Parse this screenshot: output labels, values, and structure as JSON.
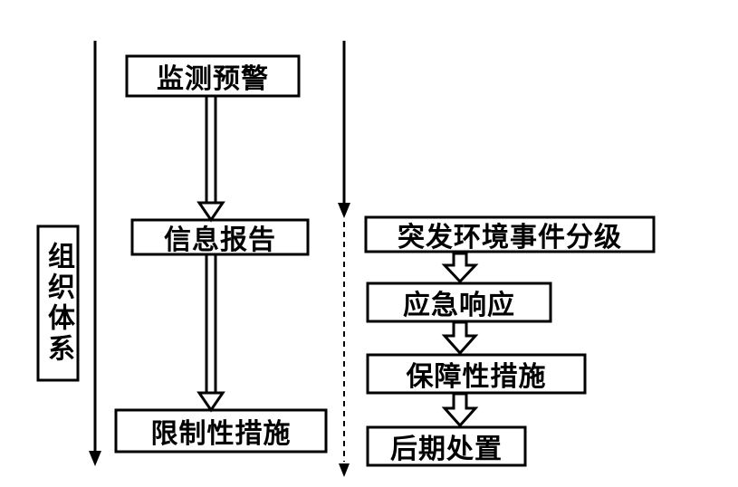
{
  "left_flow": {
    "step1": "监测预警",
    "step2": "信息报告",
    "step3": "限制性措施"
  },
  "right_flow": {
    "step1": "突发环境事件分级",
    "step2": "应急响应",
    "step3": "保障性措施",
    "step4": "后期处置"
  },
  "side_label": "组织体系"
}
